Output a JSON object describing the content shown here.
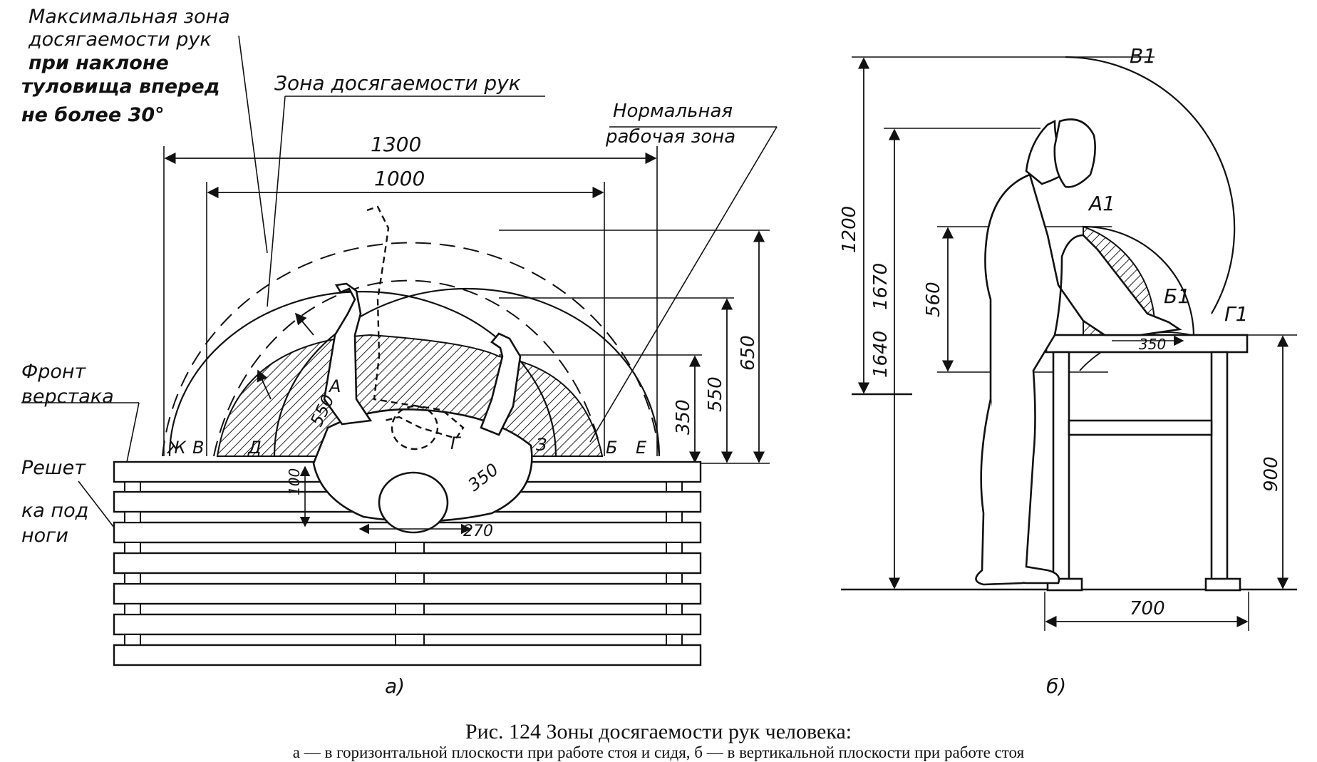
{
  "figure": {
    "caption_title": "Рис. 124  Зоны досягаемости рук человека:",
    "caption_text": "а — в горизонтальной плоскости при работе стоя и сидя, б — в вертикальной плоскости при работе стоя",
    "panel_a_label": "а)",
    "panel_b_label": "б)"
  },
  "panel_a": {
    "zone_max": [
      "Максимальная зона",
      "досягаемости рук",
      "при наклоне",
      "туловища вперед",
      "не более 30°"
    ],
    "zone_reach": "Зона досягаемости рук",
    "zone_normal": [
      "Нормальная",
      "рабочая зона"
    ],
    "bench_front": [
      "Фронт",
      "верстака"
    ],
    "foot_grate": [
      "Решет",
      "ка под",
      "ноги"
    ],
    "dims": {
      "w1300": "1300",
      "w1000": "1000",
      "h650": "650",
      "h550": "550",
      "h350": "350",
      "r550": "550",
      "r350": "350",
      "d100": "100",
      "d270": "270"
    },
    "points": {
      "zh": "Ж",
      "v": "В",
      "d": "Д",
      "a": "А",
      "g": "Г",
      "z": "З",
      "b": "Б",
      "e": "Е"
    }
  },
  "panel_b": {
    "dims": {
      "h1200": "1200",
      "h1670": "1670",
      "h1640": "1640",
      "h560": "560",
      "r350": "350",
      "h900": "900",
      "w700": "700"
    },
    "points": {
      "v1": "В1",
      "a1": "А1",
      "b1": "Б1",
      "g1": "Г1"
    }
  }
}
